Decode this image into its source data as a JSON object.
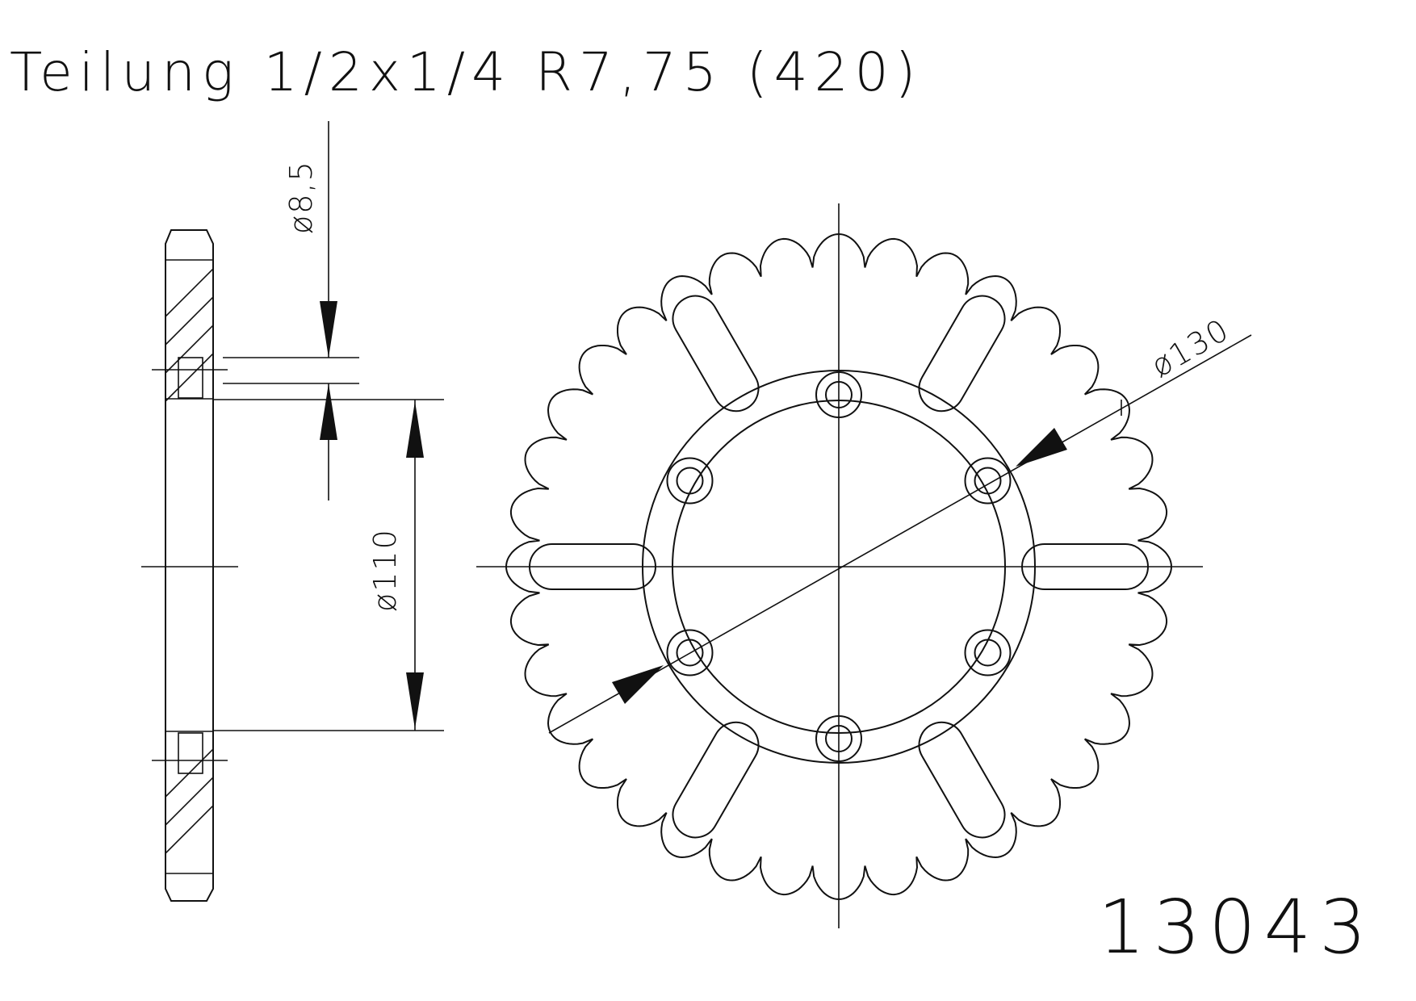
{
  "title": "Teilung 1/2x1/4 R7,75 (420)",
  "dimensions": {
    "hole_diameter": "ø8,5",
    "bolt_circle": "ø110",
    "outer_circle": "ø130"
  },
  "part_number": "13043",
  "drawing": {
    "tooth_count": 36,
    "bolt_holes": 6,
    "slots": 6
  },
  "colors": {
    "ink": "#111111",
    "background": "#ffffff"
  }
}
